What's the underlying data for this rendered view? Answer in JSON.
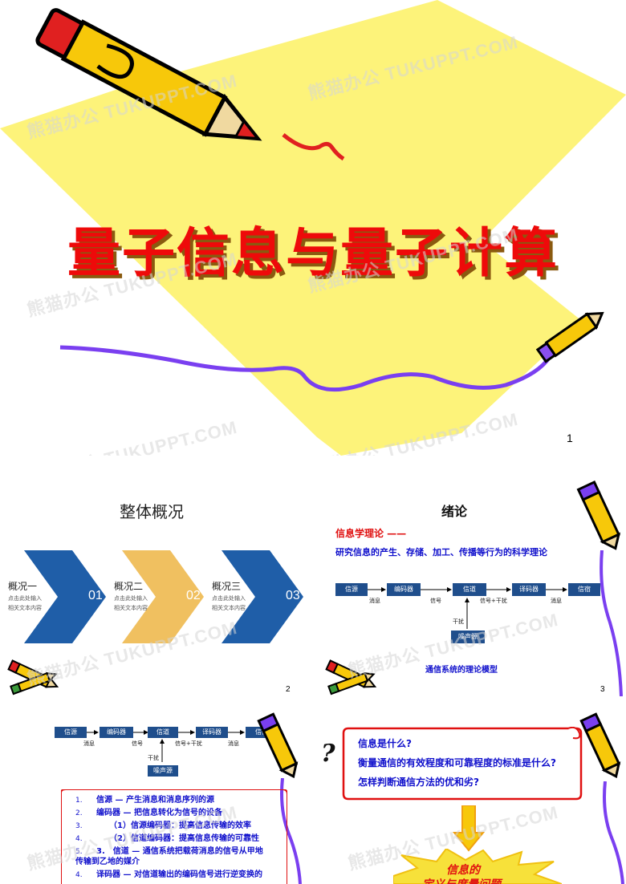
{
  "slide1": {
    "title": "量子信息与量子计算",
    "page_number": "1"
  },
  "watermark": "熊猫办公 TUKUPPT.COM",
  "slide2": {
    "title": "整体概况",
    "page_number": "2",
    "items": [
      {
        "label": "概况一",
        "sub1": "点击此处输入",
        "sub2": "相关文本内容",
        "num": "01",
        "color": "#1f5ea8"
      },
      {
        "label": "概况二",
        "sub1": "点击此处输入",
        "sub2": "相关文本内容",
        "num": "02",
        "color": "#f0c060"
      },
      {
        "label": "概况三",
        "sub1": "点击此处输入",
        "sub2": "相关文本内容",
        "num": "03",
        "color": "#1f5ea8"
      }
    ]
  },
  "slide3": {
    "title": "绪论",
    "heading": "信息学理论 ——",
    "subheading": "研究信息的产生、存储、加工、传播等行为的科学理论",
    "caption": "通信系统的理论模型",
    "page_number": "3",
    "diagram": {
      "boxes": [
        "信源",
        "编码器",
        "信道",
        "译码器",
        "信宿"
      ],
      "labels": [
        "消息",
        "信号",
        "信号+干扰",
        "消息"
      ],
      "noise_box": "噪声源",
      "noise_label": "干扰"
    }
  },
  "slide4": {
    "diagram": {
      "boxes": [
        "信源",
        "编码器",
        "信道",
        "译码器",
        "信宿"
      ],
      "labels": [
        "消息",
        "信号",
        "信号+干扰",
        "消息"
      ],
      "noise_box": "噪声源",
      "noise_label": "干扰"
    },
    "list": [
      {
        "n": "1.",
        "text": "信源 — 产生消息和消息序列的源"
      },
      {
        "n": "2.",
        "text": "编码器 — 把信息转化为信号的设备"
      },
      {
        "n": "3.",
        "text": "（1）信源编码器：提高信息传输的效率"
      },
      {
        "n": "4.",
        "text": "（2）信道编码器：提高信息传输的可靠性"
      },
      {
        "n": "5.",
        "text": "3.　信道 — 通信系统把载荷消息的信号从甲地"
      },
      {
        "n": "",
        "text": "传输到乙地的媒介"
      },
      {
        "n": "4.",
        "text": "译码器 — 对信道输出的编码信号进行逆变换的"
      }
    ]
  },
  "slide5": {
    "question_mark": "?",
    "questions": [
      "信息是什么?",
      "衡量通信的有效程度和可靠程度的标准是什么?",
      "怎样判断通信方法的优和劣?"
    ],
    "burst_line1": "信息的",
    "burst_line2": "定义与度量问题"
  }
}
